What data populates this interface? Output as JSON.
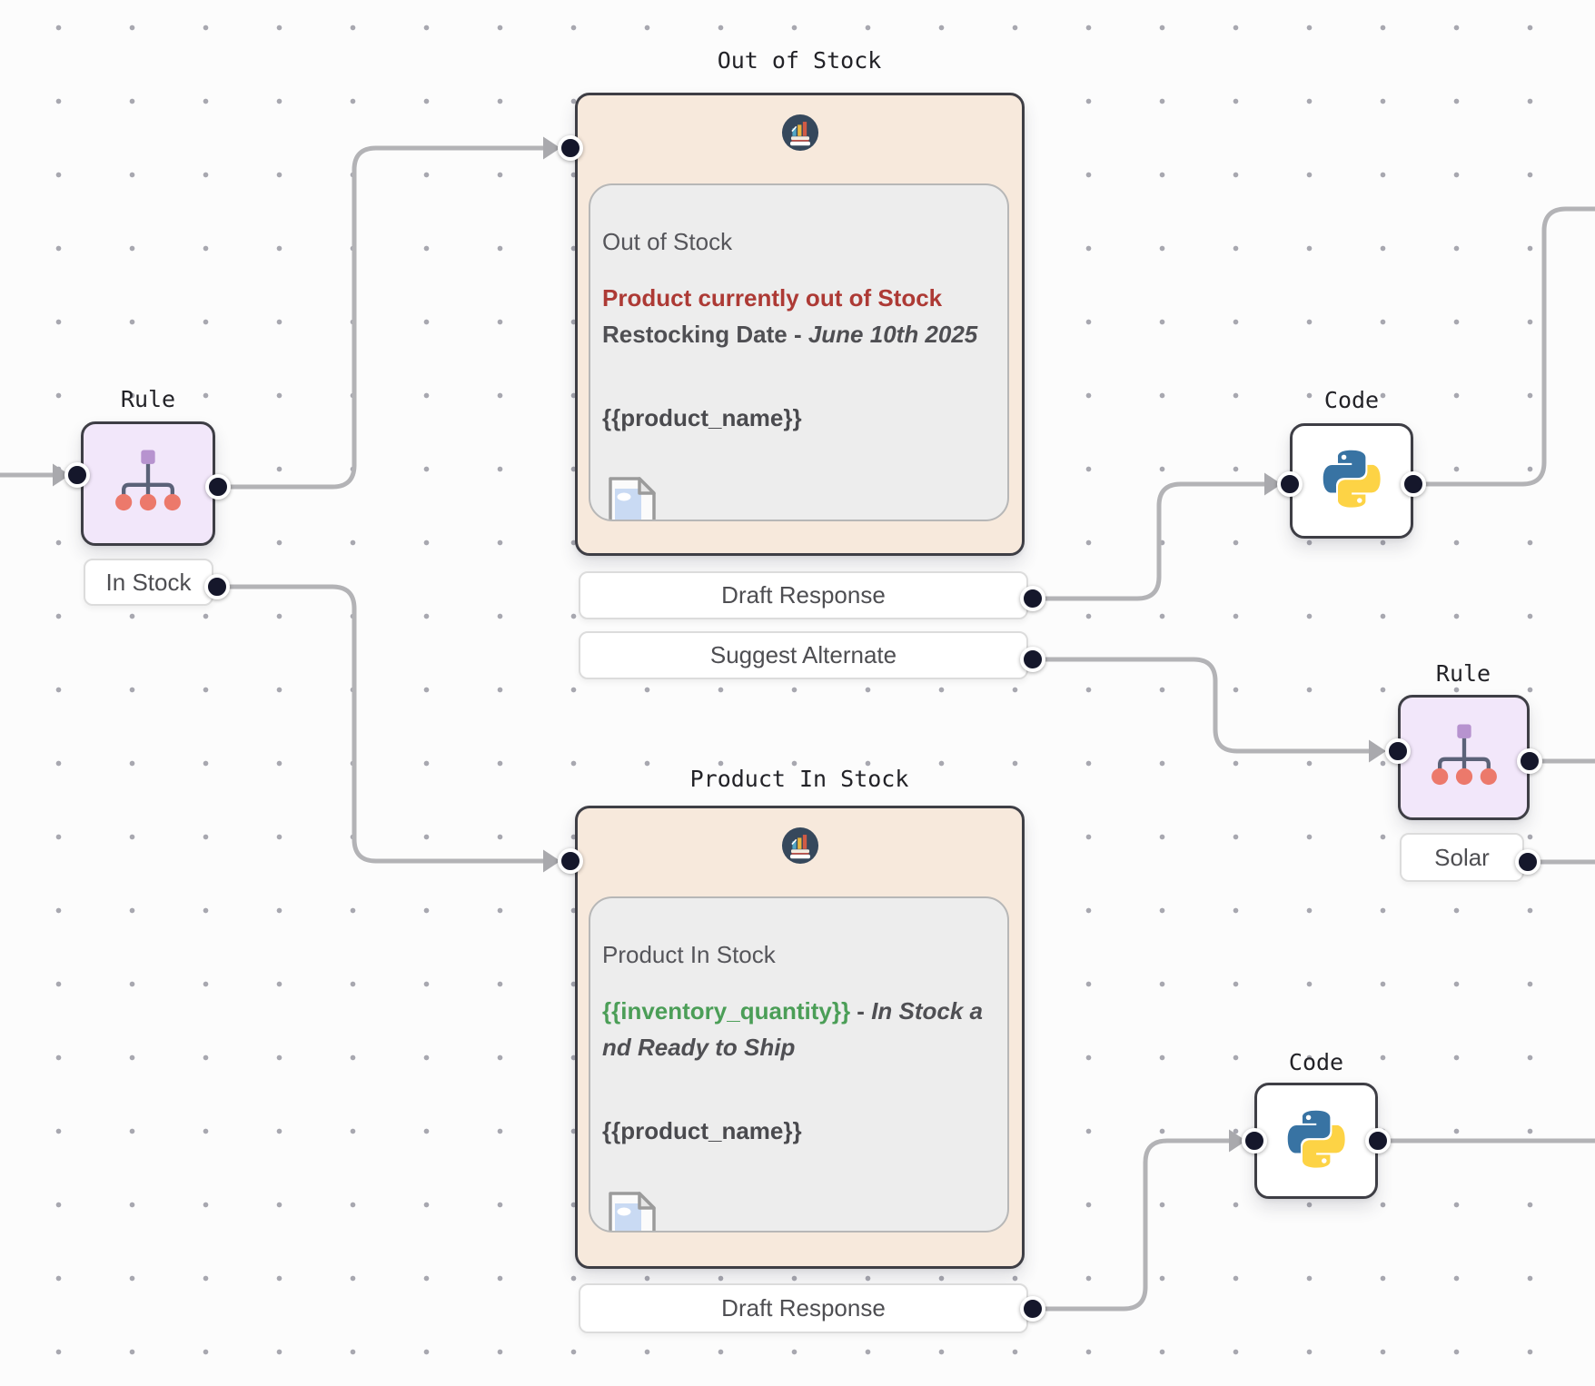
{
  "flow": {
    "nodes": {
      "rule_left": {
        "title": "Rule",
        "branch_label": "In Stock"
      },
      "out_of_stock": {
        "title": "Out of Stock",
        "service_icon": "books-chart-icon",
        "card": {
          "heading": "Out of Stock",
          "alert_text": "Product currently out of Stock",
          "restock_label": "Restocking Date - ",
          "restock_date": "June 10th 2025",
          "product_variable": "{{product_name}}"
        },
        "outputs": [
          {
            "label": "Draft Response"
          },
          {
            "label": "Suggest Alternate"
          }
        ]
      },
      "code_top": {
        "title": "Code"
      },
      "rule_right": {
        "title": "Rule",
        "branch_label": "Solar"
      },
      "product_in_stock": {
        "title": "Product In Stock",
        "service_icon": "books-chart-icon",
        "card": {
          "heading": "Product In Stock",
          "quantity_variable": "{{inventory_quantity}}",
          "separator": " - ",
          "availability_line1": "In Stock a",
          "availability_line2": "nd Ready to Ship",
          "product_variable": "{{product_name}}"
        },
        "outputs": [
          {
            "label": "Draft Response"
          }
        ]
      },
      "code_bottom": {
        "title": "Code"
      }
    },
    "colors": {
      "canvas_bg": "#fcfcfc",
      "grid_dot": "#a8a8b0",
      "edge": "#b3b3b6",
      "port": "#15172b",
      "node_border": "#3e3e45",
      "content_node_bg": "#f7e9dc",
      "rule_node_bg": "#f2e7fa",
      "card_bg": "#ededed",
      "alert_red": "#ad3a35",
      "variable_green": "#4b9e57",
      "python_blue": "#3873a3",
      "python_yellow": "#fdd345"
    }
  }
}
